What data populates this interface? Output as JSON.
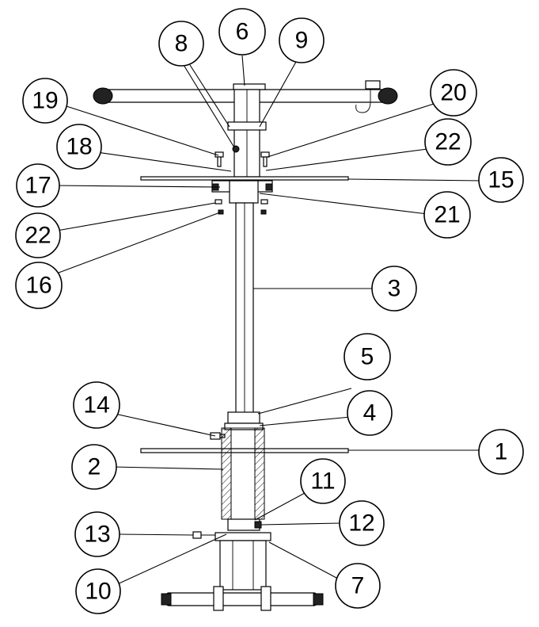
{
  "diagram": {
    "callouts": [
      {
        "id": "c6",
        "label": "6"
      },
      {
        "id": "c8",
        "label": "8"
      },
      {
        "id": "c9",
        "label": "9"
      },
      {
        "id": "c19",
        "label": "19"
      },
      {
        "id": "c20",
        "label": "20"
      },
      {
        "id": "c18",
        "label": "18"
      },
      {
        "id": "c22a",
        "label": "22"
      },
      {
        "id": "c17",
        "label": "17"
      },
      {
        "id": "c15",
        "label": "15"
      },
      {
        "id": "c21",
        "label": "21"
      },
      {
        "id": "c22b",
        "label": "22"
      },
      {
        "id": "c16",
        "label": "16"
      },
      {
        "id": "c3",
        "label": "3"
      },
      {
        "id": "c5",
        "label": "5"
      },
      {
        "id": "c14",
        "label": "14"
      },
      {
        "id": "c4",
        "label": "4"
      },
      {
        "id": "c1",
        "label": "1"
      },
      {
        "id": "c2",
        "label": "2"
      },
      {
        "id": "c11",
        "label": "11"
      },
      {
        "id": "c12",
        "label": "12"
      },
      {
        "id": "c13",
        "label": "13"
      },
      {
        "id": "c10",
        "label": "10"
      },
      {
        "id": "c7",
        "label": "7"
      }
    ],
    "colors": {
      "line": "#000000",
      "background": "#ffffff"
    }
  }
}
